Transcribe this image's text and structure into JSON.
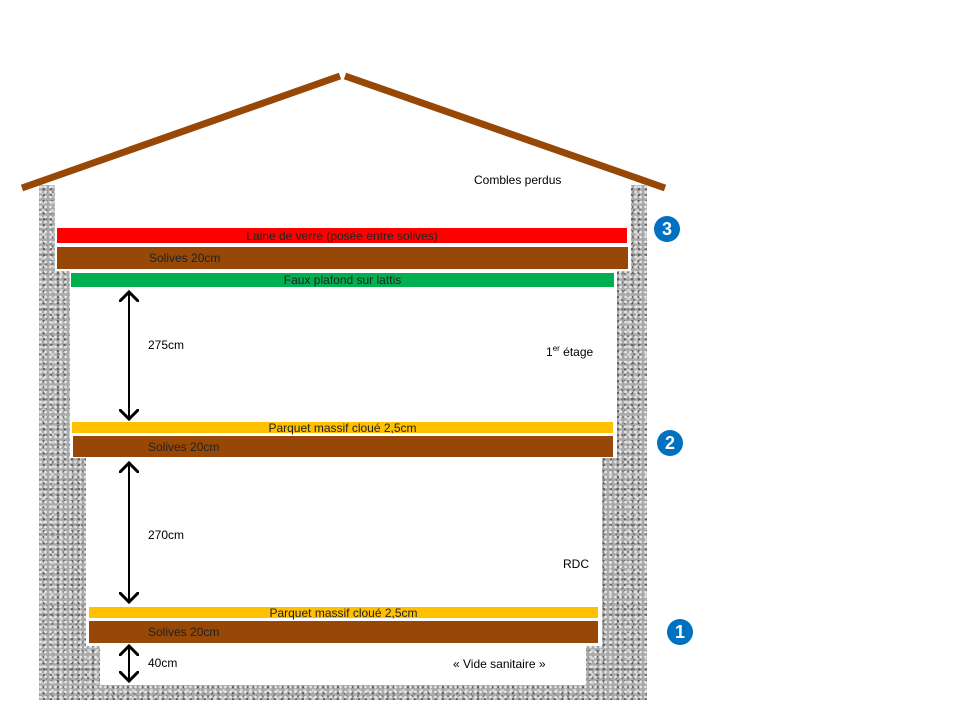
{
  "colors": {
    "roof": "#974806",
    "insulation": "#ff0000",
    "joists": "#974806",
    "ceiling": "#00b050",
    "parquet": "#ffc000",
    "badge": "#0070c0"
  },
  "labels": {
    "attic": "Combles perdus",
    "glass_wool": "Laine de verre (posée entre solives)",
    "joists_top": "Solives 20cm",
    "false_ceiling": "Faux plafond sur lattis",
    "height_first": "275cm",
    "first_floor_num": "1",
    "first_floor_sup": "er",
    "first_floor_word": " étage",
    "parquet_first": "Parquet massif cloué 2,5cm",
    "joists_mid": "Solives 20cm",
    "height_ground": "270cm",
    "ground_floor": "RDC",
    "parquet_ground": "Parquet massif cloué 2,5cm",
    "joists_bottom": "Solives 20cm",
    "height_crawl": "40cm",
    "crawl_space": "« Vide sanitaire »"
  },
  "badges": [
    "3",
    "2",
    "1"
  ]
}
